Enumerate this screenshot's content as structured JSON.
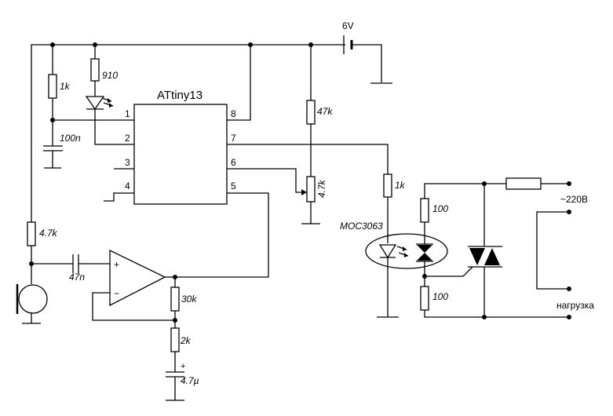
{
  "schematic": {
    "chip": {
      "name": "ATtiny13",
      "pins": [
        "1",
        "2",
        "3",
        "4",
        "5",
        "6",
        "7",
        "8"
      ]
    },
    "labels": {
      "supply": "6V",
      "r_1k_top": "1k",
      "r_910": "910",
      "c_100n": "100n",
      "r_47k": "47k",
      "pot_4_7k": "4.7k",
      "r_1k_right": "1k",
      "optocoupler": "MOC3063",
      "r_100_top": "100",
      "r_100_bottom": "100",
      "mains": "~220В",
      "load": "нагрузка",
      "r_4_7k_left": "4.7k",
      "c_47n": "47n",
      "opamp_plus": "+",
      "opamp_minus": "−",
      "r_30k": "30k",
      "r_2k": "2k",
      "c_plus": "+",
      "c_4_7u": "4.7µ"
    }
  }
}
